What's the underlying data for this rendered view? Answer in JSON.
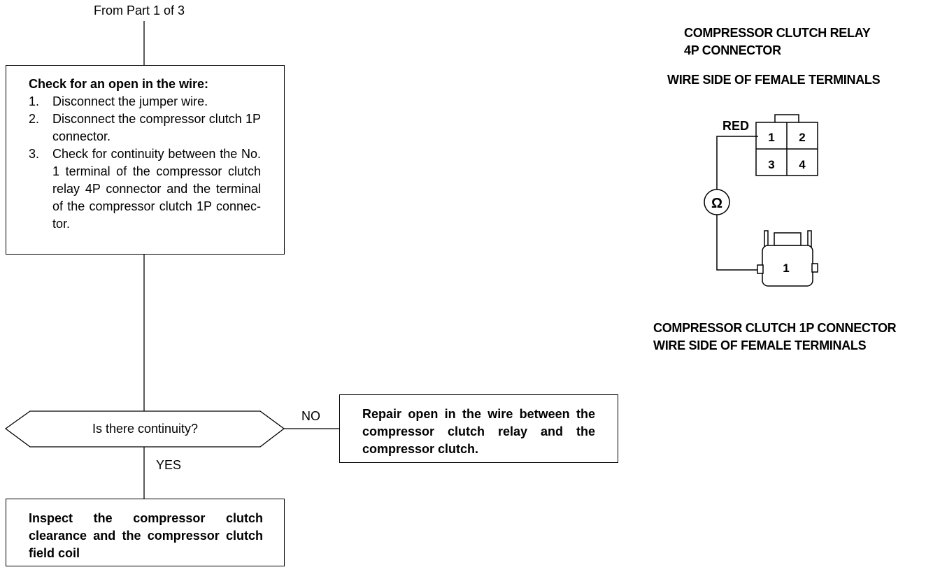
{
  "flowchart": {
    "from_label": "From Part 1 of 3",
    "check_box": {
      "title": "Check for an open in the wire:",
      "steps": [
        {
          "num": "1.",
          "text": "Disconnect the jumper wire."
        },
        {
          "num": "2.",
          "text": "Disconnect the compressor clutch 1P connector."
        },
        {
          "num": "3.",
          "text": "Check for continuity between the No. 1 terminal of the com­pressor clutch relay 4P con­nector and the terminal of the compressor clutch 1P connec­tor."
        }
      ]
    },
    "decision": {
      "question": "Is there continuity?"
    },
    "no_label": "NO",
    "yes_label": "YES",
    "repair_box": {
      "text": "Repair open in the wire between the compressor clutch relay and the compressor clutch."
    },
    "inspect_box": {
      "text": "Inspect the compressor clutch clearance and the compressor clutch field coil"
    }
  },
  "connector_diagram": {
    "relay_title_line1": "COMPRESSOR CLUTCH RELAY",
    "relay_title_line2": "4P CONNECTOR",
    "relay_side_label": "WIRE SIDE OF FEMALE TERMINALS",
    "wire_color_label": "RED",
    "relay_terminals": [
      "1",
      "2",
      "3",
      "4"
    ],
    "ohmmeter_symbol": "Ω",
    "clutch_terminal": "1",
    "clutch_title_line1": "COMPRESSOR CLUTCH 1P CONNECTOR",
    "clutch_title_line2": "WIRE SIDE OF FEMALE TERMINALS"
  }
}
